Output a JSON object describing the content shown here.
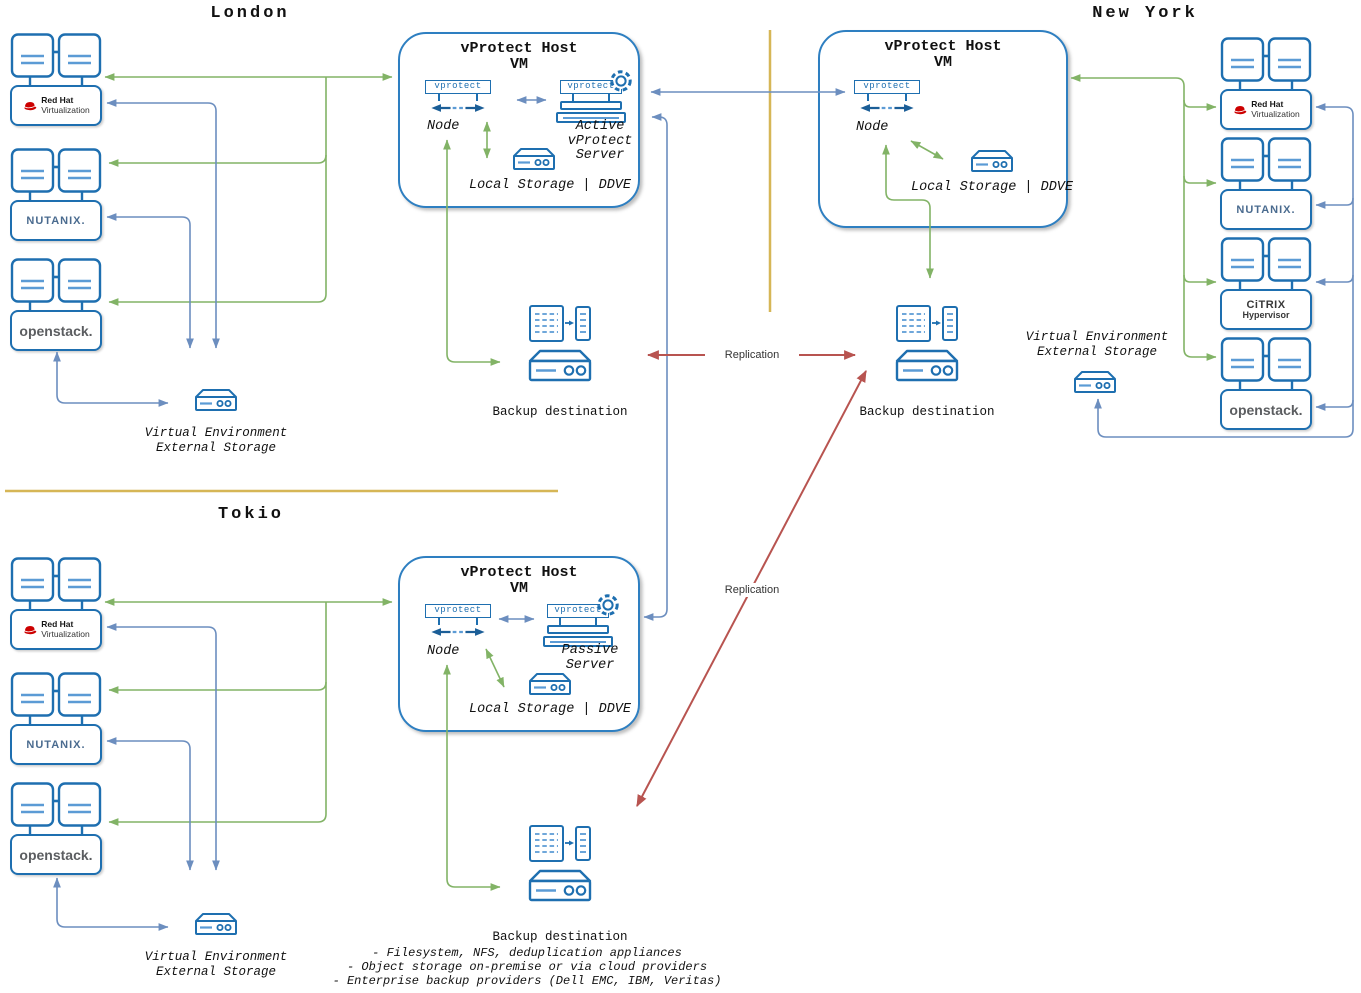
{
  "sites": {
    "london": "London",
    "new_york": "New York",
    "tokio": "Tokio"
  },
  "host": {
    "title": "vProtect Host",
    "subtitle": "VM",
    "chip": "vprotect",
    "node": "Node",
    "active_server": [
      "Active",
      "vProtect",
      "Server"
    ],
    "passive_server": [
      "Passive",
      "Server"
    ],
    "local_storage": "Local Storage | DDVE"
  },
  "platforms": {
    "redhat_line1": "Red Hat",
    "redhat_line2": "Virtualization",
    "nutanix": "NUTANIX.",
    "openstack": "openstack.",
    "citrix_line1": "CiTRIX",
    "citrix_line2": "Hypervisor"
  },
  "external_storage": {
    "line1": "Virtual Environment",
    "line2": "External Storage"
  },
  "backup": {
    "label": "Backup destination",
    "bullets": [
      "- Filesystem, NFS, deduplication appliances",
      "- Object storage on-premise or via cloud providers",
      "- Enterprise backup providers (Dell EMC, IBM, Veritas)"
    ]
  },
  "replication": "Replication",
  "colors": {
    "box_border": "#1e6fb0",
    "host_border": "#2e7fc1",
    "accent_light": "#5b9bd5",
    "arrow_green": "#82b366",
    "arrow_blue": "#6c8ebf",
    "arrow_red": "#b85450",
    "divider_tan": "#d6b656",
    "redhat_red": "#cc0000"
  }
}
